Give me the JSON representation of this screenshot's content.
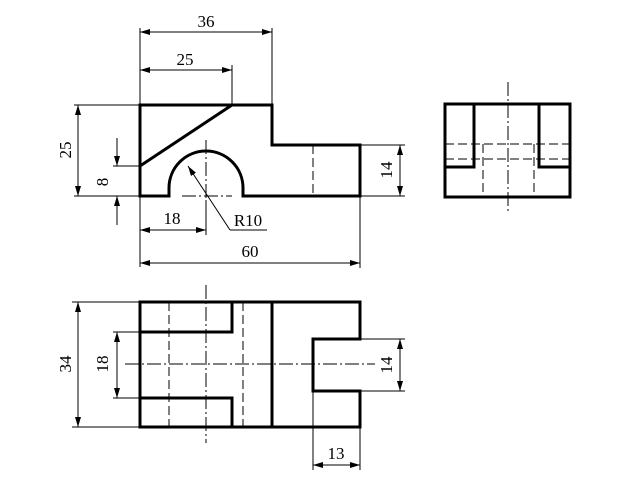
{
  "drawing": {
    "front_view": {
      "dims": {
        "width_36": "36",
        "width_25": "25",
        "height_25": "25",
        "height_8": "8",
        "height_14": "14",
        "offset_18": "18",
        "radius": "R10",
        "width_60": "60"
      }
    },
    "top_view": {
      "dims": {
        "depth_34": "34",
        "slot_18": "18",
        "slot_14": "14",
        "slot_13": "13"
      }
    },
    "side_view": {}
  }
}
